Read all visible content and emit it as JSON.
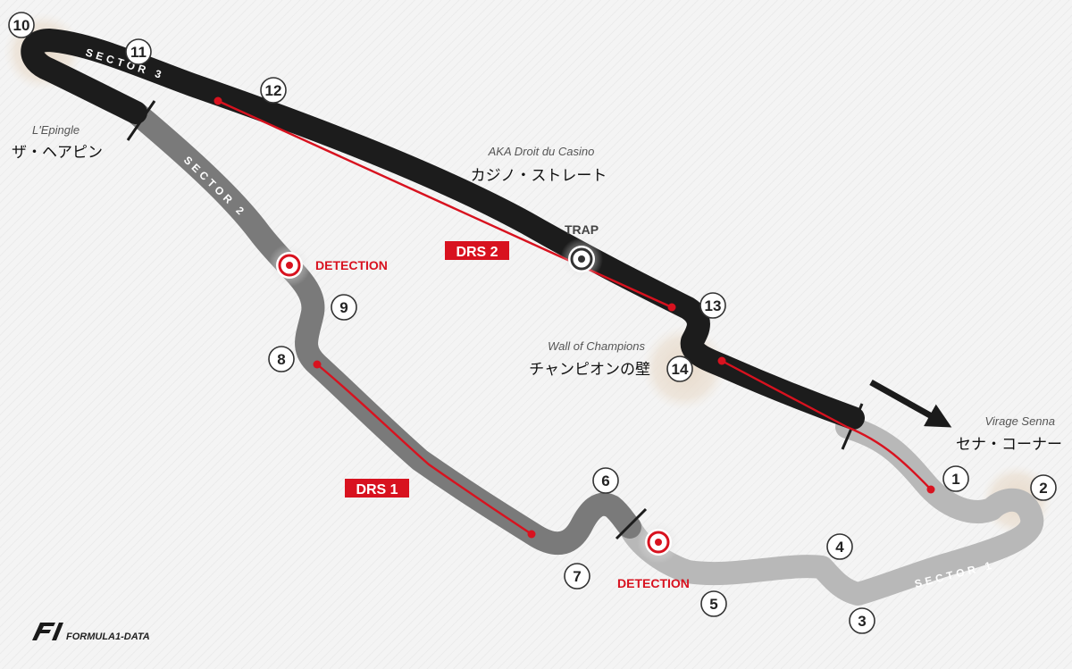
{
  "track": {
    "sectors": [
      {
        "id": "sector1",
        "label": "SECTOR 1"
      },
      {
        "id": "sector2",
        "label": "SECTOR 2"
      },
      {
        "id": "sector3",
        "label": "SECTOR 3"
      }
    ],
    "turns": [
      "1",
      "2",
      "3",
      "4",
      "5",
      "6",
      "7",
      "8",
      "9",
      "10",
      "11",
      "12",
      "13",
      "14"
    ],
    "corners": {
      "hairpin": {
        "en": "L'Epingle",
        "jp": "ザ・ヘアピン"
      },
      "casino": {
        "en": "AKA Droit du Casino",
        "jp": "カジノ・ストレート"
      },
      "champions": {
        "en": "Wall of Champions",
        "jp": "チャンピオンの壁"
      },
      "senna": {
        "en": "Virage Senna",
        "jp": "セナ・コーナー"
      }
    },
    "drs_zones": [
      {
        "id": "drs1",
        "label": "DRS 1"
      },
      {
        "id": "drs2",
        "label": "DRS 2"
      }
    ],
    "detection_points": [
      {
        "id": "det-sector2",
        "label": "DETECTION"
      },
      {
        "id": "det-turn6",
        "label": "DETECTION"
      }
    ],
    "speed_trap": {
      "label": "TRAP"
    },
    "colors": {
      "sector3": "#1c1c1c",
      "sector2": "#7a7a7a",
      "sector1": "#b8b8b8",
      "drs": "#d8121f",
      "background": "#f1f1f1"
    }
  },
  "branding": {
    "logo_mark": "F1",
    "logo_text": "FORMULA1-DATA"
  }
}
